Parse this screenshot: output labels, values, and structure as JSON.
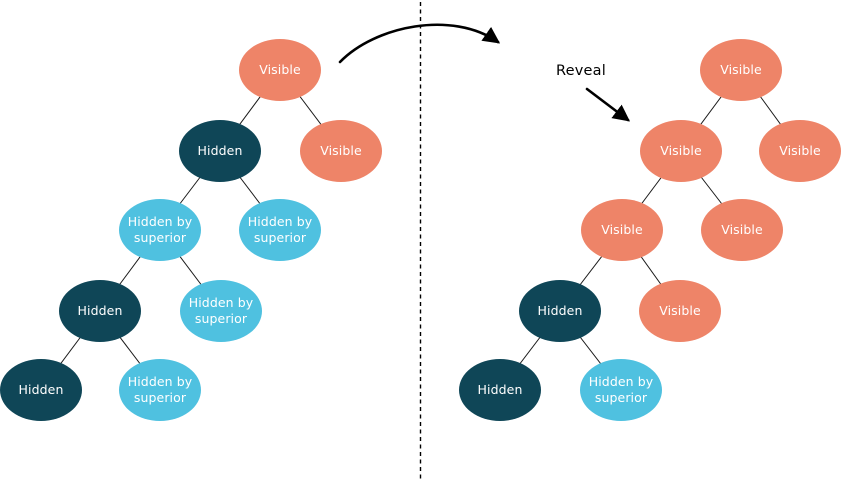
{
  "diagram": {
    "annotation": {
      "label": "Reveal"
    },
    "colors": {
      "visible_node": "#EE8468",
      "hidden_node": "#0F4657",
      "hidden_by_superior_node": "#4FC1E0",
      "edge_line": "#1A1A1A",
      "arrow": "#000000",
      "divider": "#000000",
      "node_label_text": "#FFFFFF",
      "annotation_text": "#000000",
      "background": "#FFFFFF"
    },
    "before_tree": {
      "nodes": [
        {
          "label": "Visible",
          "state": "visible"
        },
        {
          "label": "Hidden",
          "state": "hidden"
        },
        {
          "label": "Visible",
          "state": "visible"
        },
        {
          "label": "Hidden by superior",
          "state": "hidden-by-superior"
        },
        {
          "label": "Hidden by superior",
          "state": "hidden-by-superior"
        },
        {
          "label": "Hidden",
          "state": "hidden"
        },
        {
          "label": "Hidden by superior",
          "state": "hidden-by-superior"
        },
        {
          "label": "Hidden",
          "state": "hidden"
        },
        {
          "label": "Hidden by superior",
          "state": "hidden-by-superior"
        }
      ]
    },
    "after_tree": {
      "nodes": [
        {
          "label": "Visible",
          "state": "visible"
        },
        {
          "label": "Visible",
          "state": "visible"
        },
        {
          "label": "Visible",
          "state": "visible"
        },
        {
          "label": "Visible",
          "state": "visible"
        },
        {
          "label": "Visible",
          "state": "visible"
        },
        {
          "label": "Hidden",
          "state": "hidden"
        },
        {
          "label": "Visible",
          "state": "visible"
        },
        {
          "label": "Hidden",
          "state": "hidden"
        },
        {
          "label": "Hidden by superior",
          "state": "hidden-by-superior"
        }
      ]
    }
  }
}
